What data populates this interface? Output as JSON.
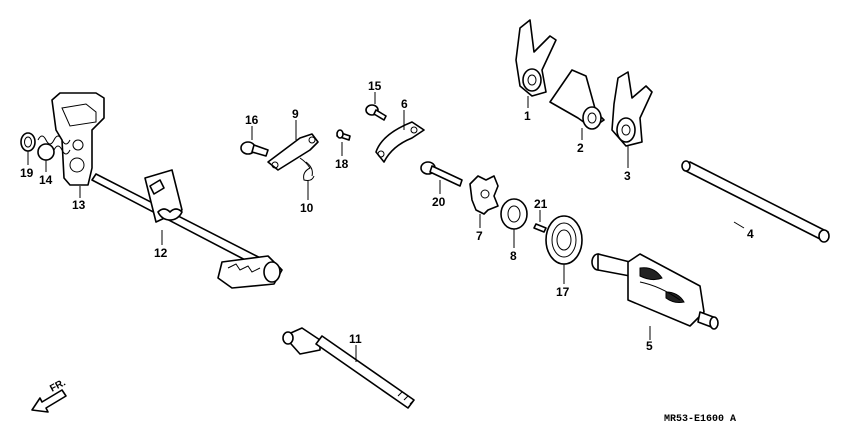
{
  "callouts": {
    "p1": "1",
    "p2": "2",
    "p3": "3",
    "p4": "4",
    "p5": "5",
    "p6": "6",
    "p7": "7",
    "p8": "8",
    "p9": "9",
    "p10": "10",
    "p11": "11",
    "p12": "12",
    "p13": "13",
    "p14": "14",
    "p15": "15",
    "p16": "16",
    "p17": "17",
    "p18": "18",
    "p19": "19",
    "p20": "20",
    "p21": "21"
  },
  "direction_label": "FR.",
  "diagram_code": "MR53-E1600 A",
  "colors": {
    "line": "#000000",
    "background": "#ffffff"
  }
}
